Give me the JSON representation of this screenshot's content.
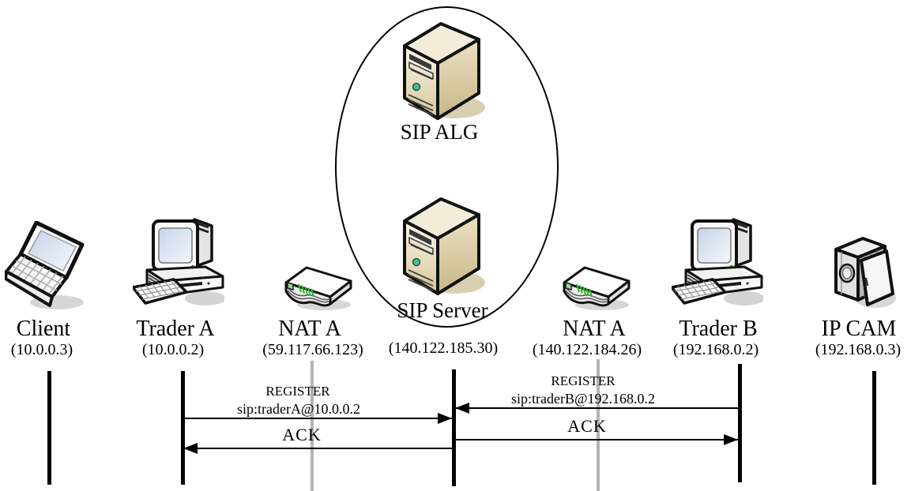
{
  "nodes": [
    {
      "id": "client",
      "label": "Client",
      "ip": "(10.0.0.3)",
      "icon": "laptop-icon"
    },
    {
      "id": "trader-a",
      "label": "Trader A",
      "ip": "(10.0.0.2)",
      "icon": "desktop-computer-icon"
    },
    {
      "id": "nat-a-left",
      "label": "NAT A",
      "ip": "(59.117.66.123)",
      "icon": "router-icon"
    },
    {
      "id": "sip-alg",
      "label": "SIP ALG",
      "ip": "",
      "icon": "server-tower-icon"
    },
    {
      "id": "sip-server",
      "label": "SIP Server",
      "ip": "(140.122.185.30)",
      "icon": "server-tower-icon"
    },
    {
      "id": "nat-a-right",
      "label": "NAT A",
      "ip": "(140.122.184.26)",
      "icon": "router-icon"
    },
    {
      "id": "trader-b",
      "label": "Trader B",
      "ip": "(192.168.0.2)",
      "icon": "desktop-computer-icon"
    },
    {
      "id": "ip-cam",
      "label": "IP CAM",
      "ip": "(192.168.0.3)",
      "icon": "ip-camera-icon"
    }
  ],
  "messages": [
    {
      "from": "trader-a",
      "to": "sip-server",
      "direction": "right",
      "line1": "REGISTER",
      "line2": "sip:traderA@10.0.0.2"
    },
    {
      "from": "sip-server",
      "to": "trader-a",
      "direction": "left",
      "label": "ACK"
    },
    {
      "from": "trader-b",
      "to": "sip-server",
      "direction": "left",
      "line1": "REGISTER",
      "line2": "sip:traderB@192.168.0.2"
    },
    {
      "from": "sip-server",
      "to": "trader-b",
      "direction": "right",
      "label": "ACK"
    }
  ],
  "colors": {
    "lifeline_black": "#000000",
    "lifeline_gray": "#b3b3b3",
    "outline": "#111111",
    "server_front": "#f0e8d0",
    "server_side": "#d8c99e",
    "led_green": "#4db892",
    "router_led_green": "#2db82d",
    "screen_blue": "#d6e0f0",
    "shadow_tan": "#d9cfae",
    "shadow_gray": "#d4d4d4"
  }
}
